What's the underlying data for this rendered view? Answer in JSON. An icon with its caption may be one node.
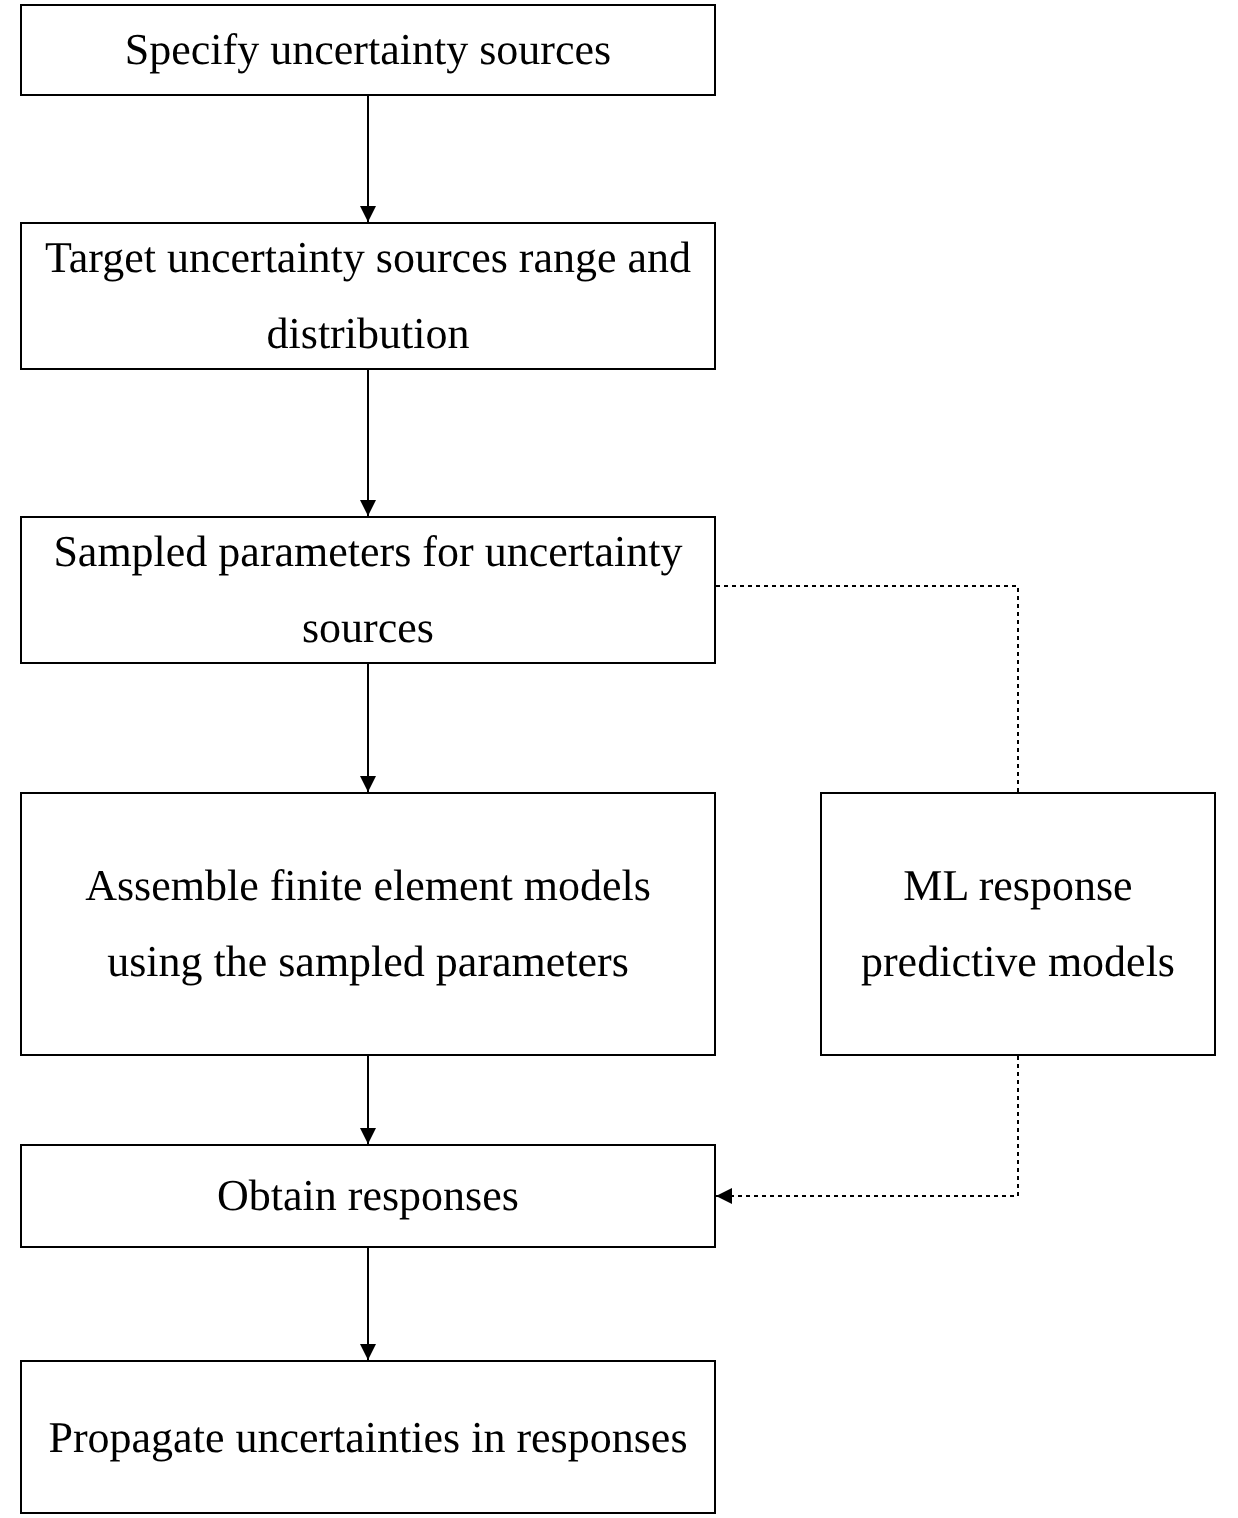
{
  "diagram": {
    "nodes": [
      {
        "text": [
          "Specify uncertainty sources"
        ]
      },
      {
        "text": [
          "Target uncertainty sources range and distribution"
        ]
      },
      {
        "text": [
          "Sampled parameters for uncertainty sources"
        ]
      },
      {
        "text": [
          "Assemble finite element models using the sampled parameters"
        ]
      },
      {
        "text": [
          "ML response predictive models"
        ]
      },
      {
        "text": [
          "Obtain responses"
        ]
      },
      {
        "text": [
          "Propagate uncertainties in responses"
        ]
      }
    ],
    "edges": [
      {
        "from": 0,
        "to": 1,
        "arrow": "to"
      },
      {
        "from": 1,
        "to": 2,
        "arrow": "to"
      },
      {
        "from": 2,
        "to": 3,
        "arrow": "to"
      },
      {
        "from": 2,
        "to": 4,
        "arrow": "none",
        "style": "dashed"
      },
      {
        "from": 3,
        "to": 5,
        "arrow": "to"
      },
      {
        "from": 4,
        "to": 5,
        "arrow": "to",
        "style": "dashed"
      },
      {
        "from": 5,
        "to": 6,
        "arrow": "to"
      }
    ]
  }
}
